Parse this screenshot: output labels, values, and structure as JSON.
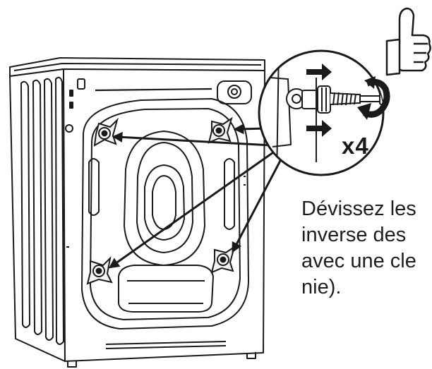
{
  "instruction": {
    "lines": [
      "Dévissez les",
      "inverse des",
      "avec une cle",
      "nie)."
    ]
  },
  "detail": {
    "multiplier": "x4"
  },
  "icons": {
    "approval": "thumbs-up-icon",
    "rotation": "counterclockwise-arrow-icon"
  }
}
